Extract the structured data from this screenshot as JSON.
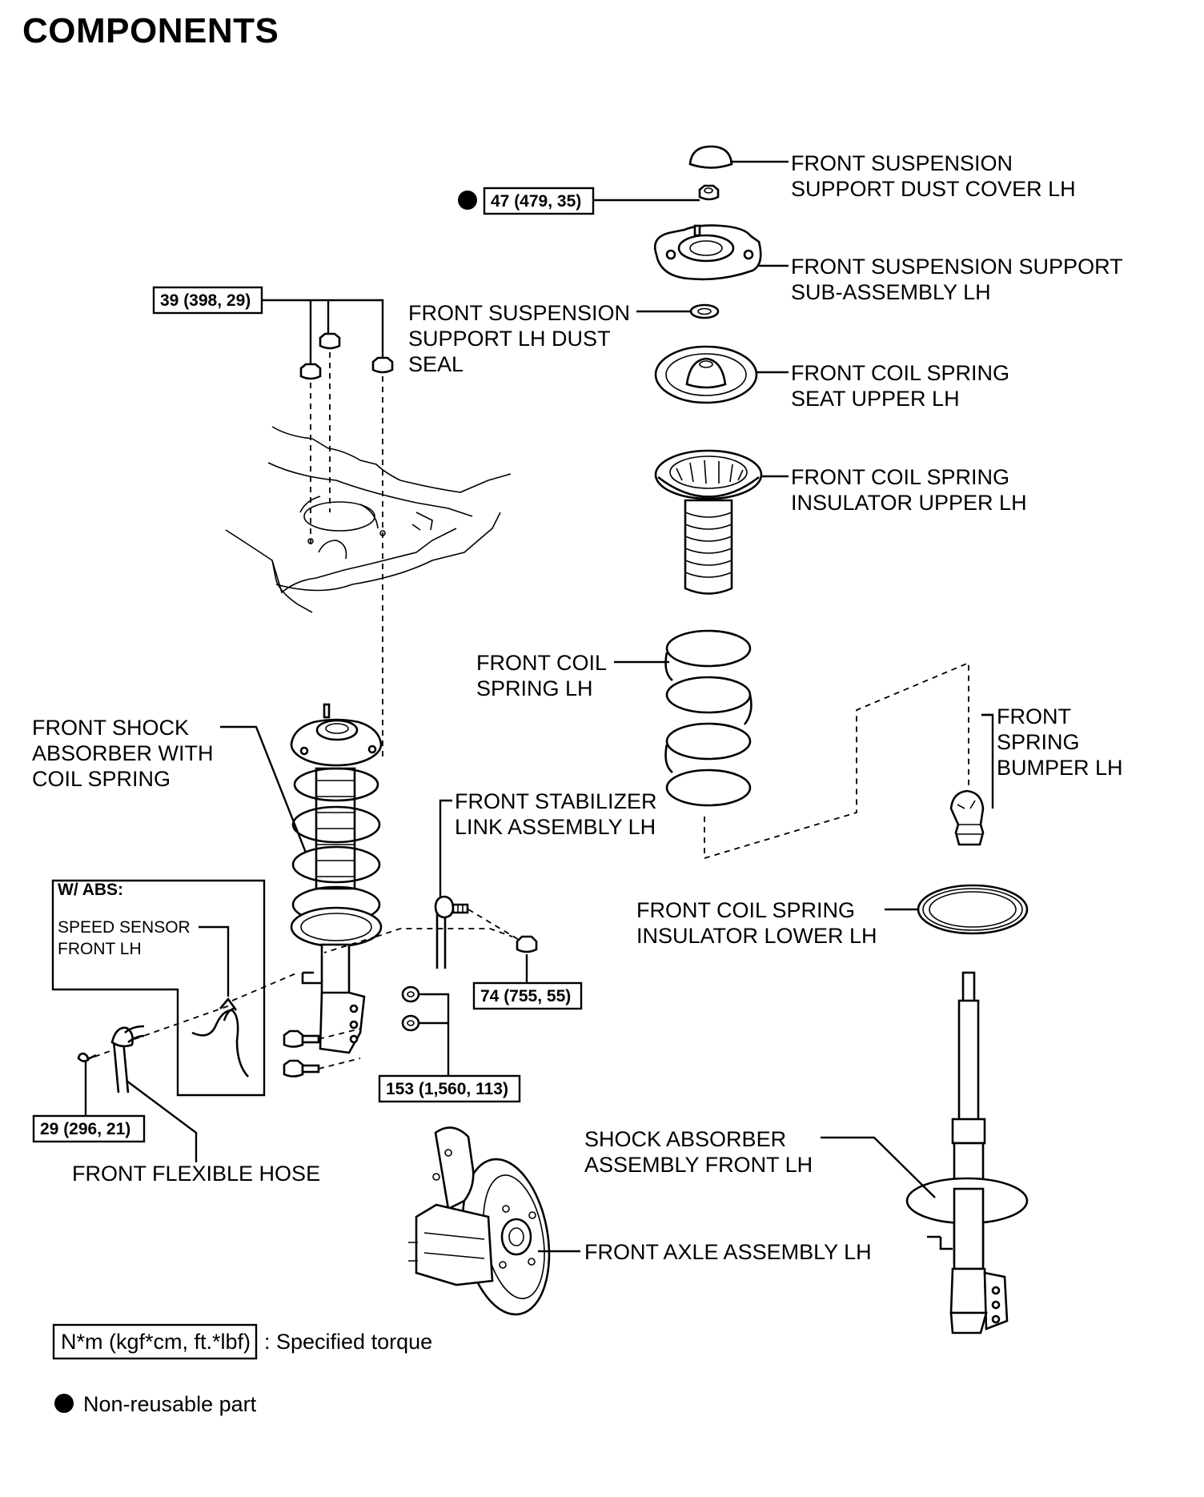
{
  "title": "COMPONENTS",
  "labels": {
    "dust_cover": [
      "FRONT SUSPENSION",
      "SUPPORT DUST COVER LH"
    ],
    "support_sub": [
      "FRONT SUSPENSION SUPPORT",
      "SUB-ASSEMBLY LH"
    ],
    "dust_seal": [
      "FRONT SUSPENSION",
      "SUPPORT LH DUST",
      "SEAL"
    ],
    "seat_upper": [
      "FRONT COIL SPRING",
      "SEAT UPPER LH"
    ],
    "insulator_upper": [
      "FRONT COIL SPRING",
      "INSULATOR UPPER LH"
    ],
    "coil_spring": [
      "FRONT COIL",
      "SPRING LH"
    ],
    "spring_bumper": [
      "FRONT",
      "SPRING",
      "BUMPER LH"
    ],
    "shock_with_spring": [
      "FRONT SHOCK",
      "ABSORBER WITH",
      "COIL SPRING"
    ],
    "stabilizer_link": [
      "FRONT STABILIZER",
      "LINK ASSEMBLY LH"
    ],
    "insulator_lower": [
      "FRONT COIL SPRING",
      "INSULATOR LOWER LH"
    ],
    "abs_title": "W/ ABS:",
    "speed_sensor": [
      "SPEED SENSOR",
      "FRONT LH"
    ],
    "flexible_hose": "FRONT FLEXIBLE HOSE",
    "shock_assembly": [
      "SHOCK ABSORBER",
      "ASSEMBLY FRONT LH"
    ],
    "axle_assembly": "FRONT AXLE ASSEMBLY LH"
  },
  "torques": {
    "t47": "47 (479, 35)",
    "t39": "39 (398, 29)",
    "t74": "74 (755, 55)",
    "t153": "153 (1,560, 113)",
    "t29": "29 (296, 21)"
  },
  "legend": {
    "torque_unit": "N*m (kgf*cm, ft.*lbf)",
    "torque_text": ": Specified torque",
    "nonreusable_text": "Non-reusable part"
  }
}
